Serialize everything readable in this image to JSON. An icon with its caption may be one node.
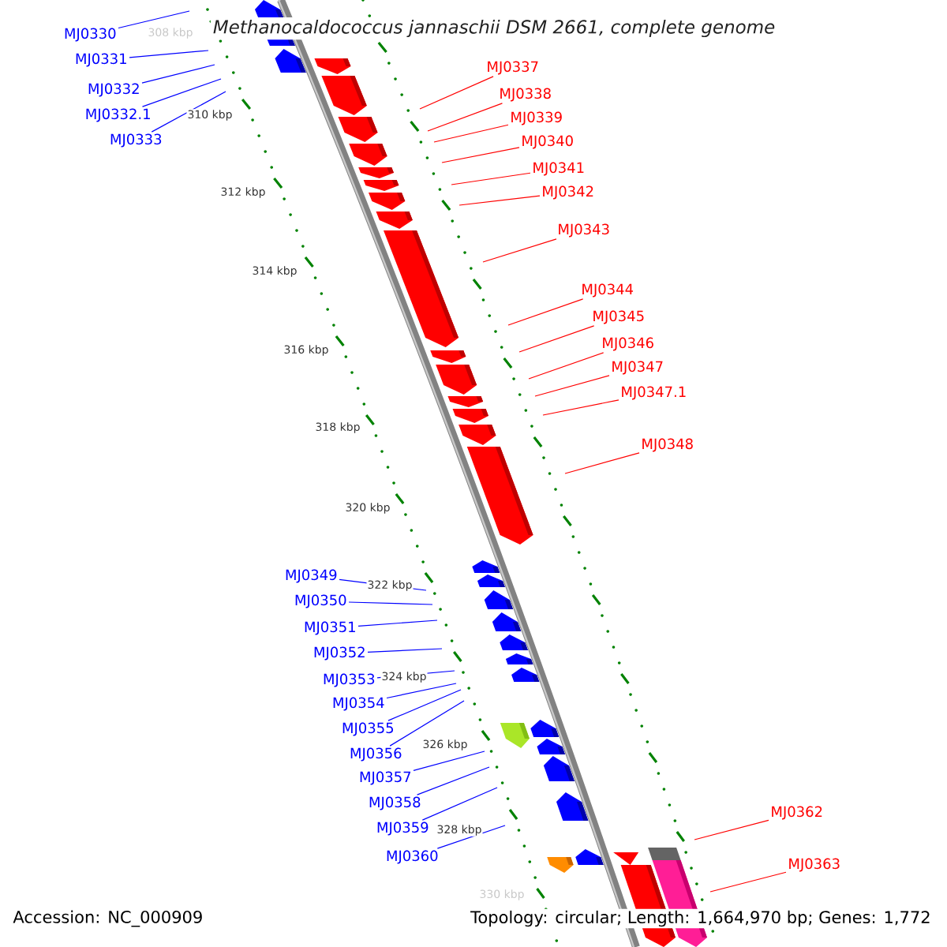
{
  "diagram": {
    "title": "Methanocaldococcus jannaschii DSM 2661, complete genome",
    "nodes": [
      {
        "text": [
          "MJ0330"
        ]
      },
      {
        "text": [
          "MJ0331"
        ]
      },
      {
        "text": [
          "MJ0332"
        ]
      },
      {
        "text": [
          "MJ0332.1"
        ]
      },
      {
        "text": [
          "MJ0333"
        ]
      },
      {
        "text": [
          "MJ0337"
        ]
      },
      {
        "text": [
          "MJ0338"
        ]
      },
      {
        "text": [
          "MJ0339"
        ]
      },
      {
        "text": [
          "MJ0340"
        ]
      },
      {
        "text": [
          "MJ0341"
        ]
      },
      {
        "text": [
          "MJ0342"
        ]
      },
      {
        "text": [
          "MJ0343"
        ]
      },
      {
        "text": [
          "MJ0344"
        ]
      },
      {
        "text": [
          "MJ0345"
        ]
      },
      {
        "text": [
          "MJ0346"
        ]
      },
      {
        "text": [
          "MJ0347"
        ]
      },
      {
        "text": [
          "MJ0347.1"
        ]
      },
      {
        "text": [
          "MJ0348"
        ]
      },
      {
        "text": [
          "MJ0349"
        ]
      },
      {
        "text": [
          "MJ0350"
        ]
      },
      {
        "text": [
          "MJ0351"
        ]
      },
      {
        "text": [
          "MJ0352"
        ]
      },
      {
        "text": [
          "MJ0353"
        ]
      },
      {
        "text": [
          "MJ0354"
        ]
      },
      {
        "text": [
          "MJ0355"
        ]
      },
      {
        "text": [
          "MJ0356"
        ]
      },
      {
        "text": [
          "MJ0357"
        ]
      },
      {
        "text": [
          "MJ0358"
        ]
      },
      {
        "text": [
          "MJ0359"
        ]
      },
      {
        "text": [
          "MJ0360"
        ]
      },
      {
        "text": [
          "MJ0362"
        ]
      },
      {
        "text": [
          "MJ0363"
        ]
      }
    ],
    "edges": [
      {
        "from": 0,
        "to": null,
        "arrow": "none"
      },
      {
        "from": 1,
        "to": null,
        "arrow": "none"
      },
      {
        "from": 2,
        "to": null,
        "arrow": "none"
      },
      {
        "from": 3,
        "to": null,
        "arrow": "none"
      },
      {
        "from": 4,
        "to": null,
        "arrow": "none"
      },
      {
        "from": 5,
        "to": null,
        "arrow": "none",
        "color": "#ff0000"
      },
      {
        "from": 6,
        "to": null,
        "arrow": "none",
        "color": "#ff0000"
      },
      {
        "from": 7,
        "to": null,
        "arrow": "none",
        "color": "#ff0000"
      },
      {
        "from": 8,
        "to": null,
        "arrow": "none",
        "color": "#ff0000"
      },
      {
        "from": 9,
        "to": null,
        "arrow": "none",
        "color": "#ff0000"
      },
      {
        "from": 10,
        "to": null,
        "arrow": "none",
        "color": "#ff0000"
      },
      {
        "from": 11,
        "to": null,
        "arrow": "none",
        "color": "#ff0000"
      },
      {
        "from": 12,
        "to": null,
        "arrow": "none",
        "color": "#ff0000"
      },
      {
        "from": 13,
        "to": null,
        "arrow": "none",
        "color": "#ff0000"
      },
      {
        "from": 14,
        "to": null,
        "arrow": "none",
        "color": "#ff0000"
      },
      {
        "from": 15,
        "to": null,
        "arrow": "none",
        "color": "#ff0000"
      },
      {
        "from": 16,
        "to": null,
        "arrow": "none",
        "color": "#ff0000"
      },
      {
        "from": 17,
        "to": null,
        "arrow": "none",
        "color": "#ff0000"
      },
      {
        "from": 18,
        "to": null,
        "arrow": "none"
      },
      {
        "from": 19,
        "to": null,
        "arrow": "none"
      },
      {
        "from": 20,
        "to": null,
        "arrow": "none"
      },
      {
        "from": 21,
        "to": null,
        "arrow": "none"
      },
      {
        "from": 22,
        "to": null,
        "arrow": "none"
      },
      {
        "from": 23,
        "to": null,
        "arrow": "none"
      },
      {
        "from": 24,
        "to": null,
        "arrow": "none"
      },
      {
        "from": 25,
        "to": null,
        "arrow": "none"
      },
      {
        "from": 26,
        "to": null,
        "arrow": "none"
      },
      {
        "from": 27,
        "to": null,
        "arrow": "none"
      },
      {
        "from": 28,
        "to": null,
        "arrow": "none"
      },
      {
        "from": 29,
        "to": null,
        "arrow": "none"
      },
      {
        "from": 30,
        "to": null,
        "arrow": "none",
        "color": "#ff0000"
      },
      {
        "from": 31,
        "to": null,
        "arrow": "none",
        "color": "#ff0000"
      }
    ],
    "labels": [
      "308 kbp",
      "310 kbp",
      "312 kbp",
      "314 kbp",
      "316 kbp",
      "318 kbp",
      "320 kbp",
      "322 kbp",
      "324 kbp",
      "326 kbp",
      "328 kbp",
      "330 kbp",
      "Accession: NC_000909",
      "Topology: circular; Length: 1,664,970 bp; Genes: 1,772"
    ]
  }
}
